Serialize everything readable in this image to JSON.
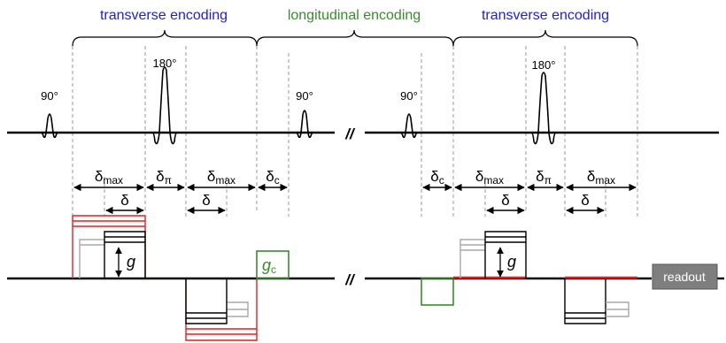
{
  "sections": {
    "first": "transverse encoding",
    "middle": "longitudinal encoding",
    "last": "transverse encoding"
  },
  "pulses": {
    "p90_a": "90°",
    "p180_a": "180°",
    "p90_b": "90°",
    "p90_c": "90°",
    "p180_b": "180°"
  },
  "timing": {
    "delta_max": "δmax",
    "delta_max_sub": "max",
    "delta": "δ",
    "delta_pi": "δπ",
    "delta_pi_sub": "π",
    "delta_c": "δc",
    "delta_c_sub": "c",
    "delta_sym": "δ"
  },
  "gradients": {
    "g": "g",
    "gc_main": "g",
    "gc_sub": "c"
  },
  "break_marks": {
    "rf": "//",
    "grad": "//"
  },
  "readout": "readout",
  "colors": {
    "transverse": "#1f1fcf",
    "longitudinal": "#3a8a2e",
    "red_gradient": "#e02020",
    "grey_gradient": "#a8a8a8",
    "readout_fill": "#7f7f7f"
  }
}
